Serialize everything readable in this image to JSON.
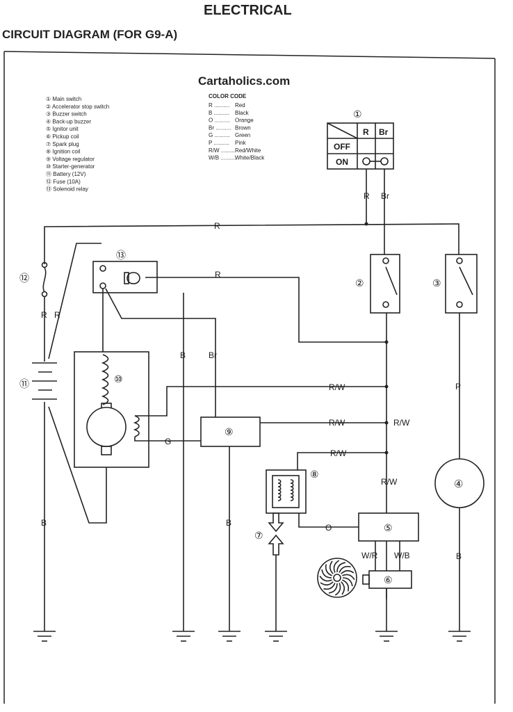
{
  "page": {
    "section_title": "ELECTRICAL",
    "diagram_title": "CIRCUIT DIAGRAM (FOR G9-A)",
    "watermark": "Cartaholics.com"
  },
  "legend": [
    {
      "num": "①",
      "text": "Main switch"
    },
    {
      "num": "②",
      "text": "Accelerator stop switch"
    },
    {
      "num": "③",
      "text": "Buzzer switch"
    },
    {
      "num": "④",
      "text": "Back-up buzzer"
    },
    {
      "num": "⑤",
      "text": "Ignitor unit"
    },
    {
      "num": "⑥",
      "text": "Pickup coil"
    },
    {
      "num": "⑦",
      "text": "Spark plug"
    },
    {
      "num": "⑧",
      "text": "Ignition coil"
    },
    {
      "num": "⑨",
      "text": "Voltage regulator"
    },
    {
      "num": "⑩",
      "text": "Starter-generator"
    },
    {
      "num": "⑪",
      "text": "Battery (12V)"
    },
    {
      "num": "⑫",
      "text": "Fuse (10A)"
    },
    {
      "num": "⑬",
      "text": "Solenoid relay"
    }
  ],
  "color_code": {
    "title": "COLOR CODE",
    "items": [
      {
        "code": "R",
        "name": "Red"
      },
      {
        "code": "B",
        "name": "Black"
      },
      {
        "code": "O",
        "name": "Orange"
      },
      {
        "code": "Br",
        "name": "Brown"
      },
      {
        "code": "G",
        "name": "Green"
      },
      {
        "code": "P",
        "name": "Pink"
      },
      {
        "code": "R/W",
        "name": "Red/White"
      },
      {
        "code": "W/B",
        "name": "White/Black"
      }
    ]
  },
  "main_switch_table": {
    "col1": "R",
    "col2": "Br",
    "row_off": "OFF",
    "row_on": "ON"
  },
  "component_numbers": {
    "main_switch": "①",
    "accel_switch": "②",
    "buzzer_switch": "③",
    "buzzer": "④",
    "ignitor": "⑤",
    "pickup": "⑥",
    "spark_plug": "⑦",
    "ignition_coil": "⑧",
    "regulator": "⑨",
    "starter": "⑩",
    "battery": "⑪",
    "fuse": "⑫",
    "solenoid": "⑬"
  },
  "wire_labels": {
    "R": "R",
    "Br": "Br",
    "B": "B",
    "G": "G",
    "P": "P",
    "O": "O",
    "RW": "R/W",
    "WR": "W/R",
    "WB": "W/B"
  }
}
